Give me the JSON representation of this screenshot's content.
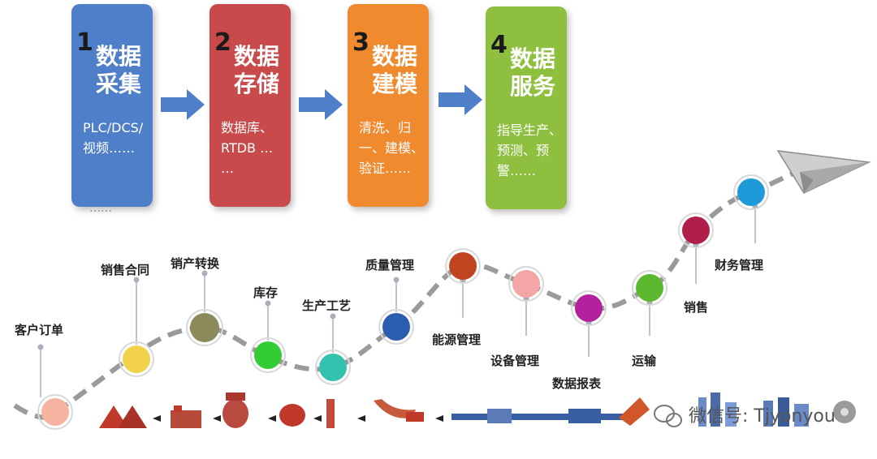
{
  "cards": [
    {
      "num": "1",
      "title": "数据采集",
      "desc": "PLC/DCS/ 视频……",
      "more": "……",
      "color": "#4f7fc9"
    },
    {
      "num": "2",
      "title": "数据存储",
      "desc": "数据库、RTDB … …",
      "color": "#c94a4a"
    },
    {
      "num": "3",
      "title": "数据建模",
      "desc": "清洗、归一、建模、验证……",
      "color": "#f08a2e"
    },
    {
      "num": "4",
      "title": "数据服务",
      "desc": "指导生产、预测、预警……",
      "color": "#8fbf3f"
    }
  ],
  "nodes": [
    {
      "label": "客户订单",
      "color": "#f6b4a0"
    },
    {
      "label": "销售合同",
      "color": "#f2d24a"
    },
    {
      "label": "销产转换",
      "color": "#8c8a5a"
    },
    {
      "label": "库存",
      "color": "#33cc33"
    },
    {
      "label": "生产工艺",
      "color": "#33c2b0"
    },
    {
      "label": "质量管理",
      "color": "#2a5db0"
    },
    {
      "label": "能源管理",
      "color": "#c0451e"
    },
    {
      "label": "设备管理",
      "color": "#f4a6a6"
    },
    {
      "label": "数据报表",
      "color": "#b3219e"
    },
    {
      "label": "运输",
      "color": "#5cb82f"
    },
    {
      "label": "销售",
      "color": "#b01e4a"
    },
    {
      "label": "财务管理",
      "color": "#1e9ad8"
    }
  ],
  "watermark": "微信号: Tjyonyou",
  "icons": [
    "plane-icon",
    "production-line-icon",
    "wechat-icon"
  ]
}
